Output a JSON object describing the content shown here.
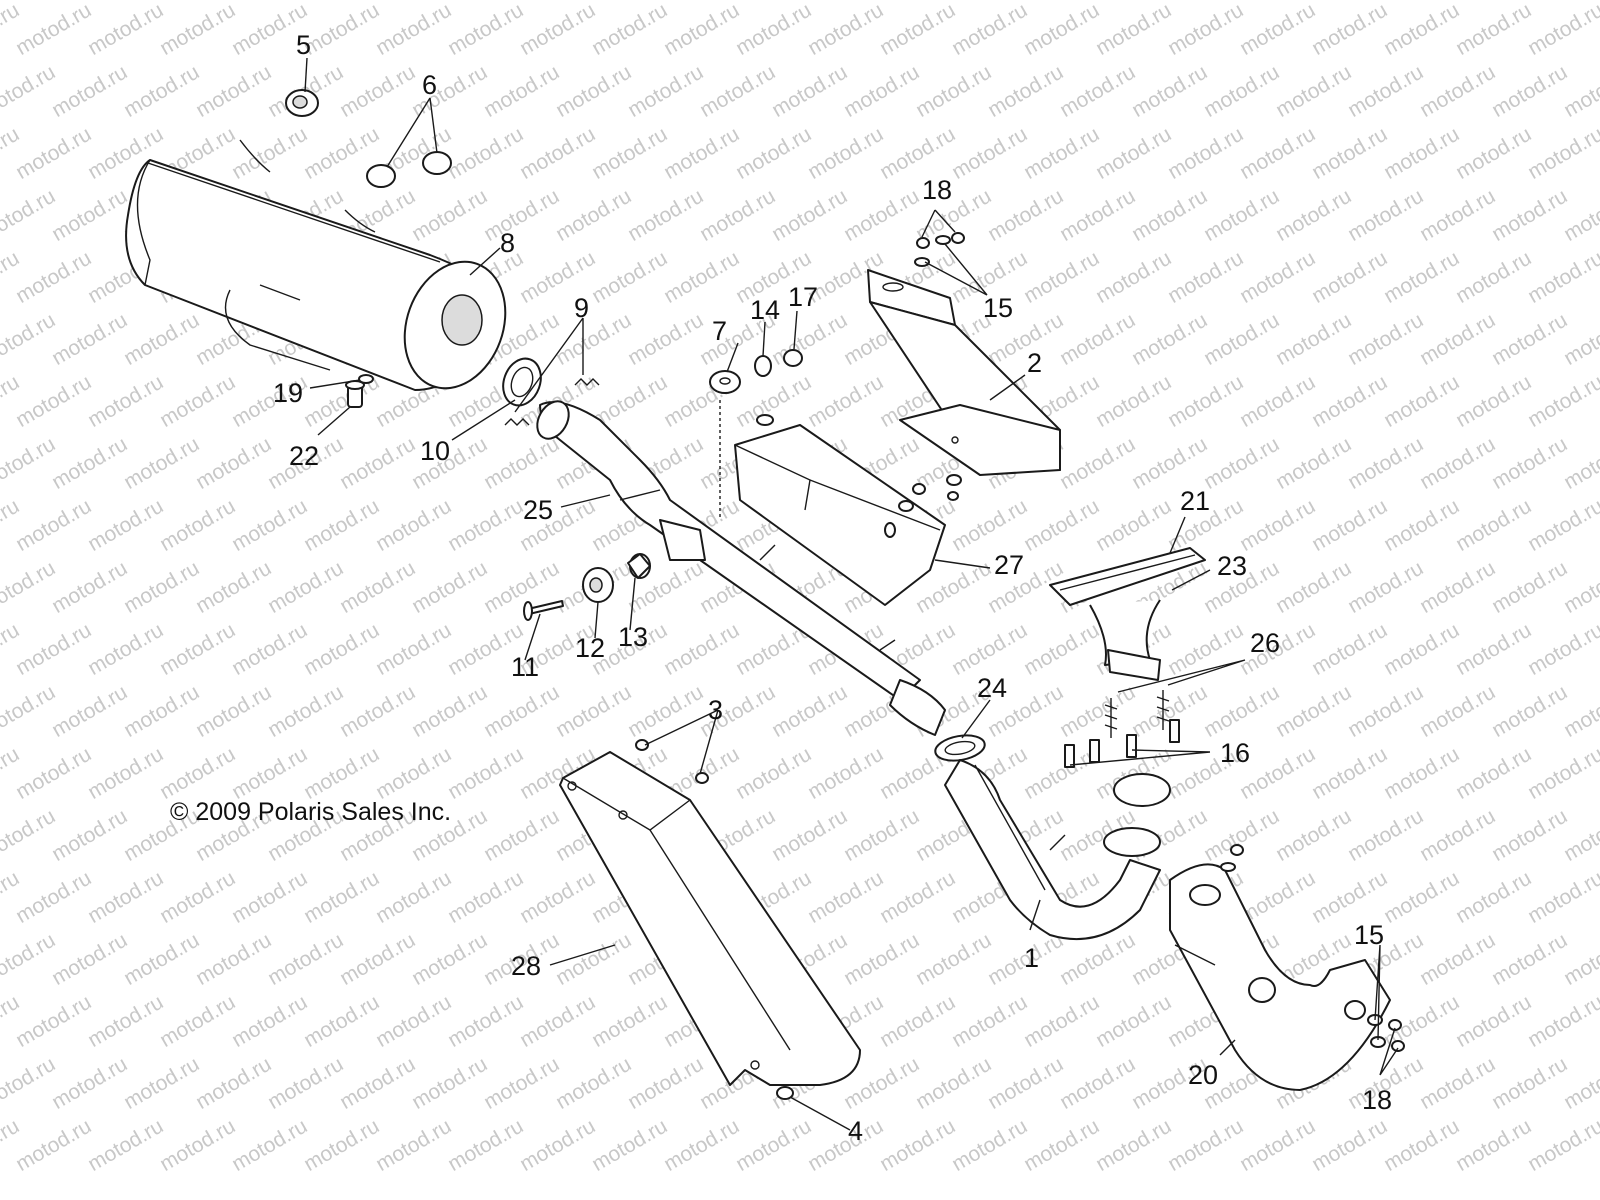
{
  "watermark": "motod.ru",
  "copyright": "© 2009 Polaris Sales Inc.",
  "callouts": {
    "c1": "1",
    "c2": "2",
    "c3": "3",
    "c4": "4",
    "c5": "5",
    "c6": "6",
    "c7": "7",
    "c8": "8",
    "c9": "9",
    "c10": "10",
    "c11": "11",
    "c12": "12",
    "c13": "13",
    "c14": "14",
    "c15a": "15",
    "c15b": "15",
    "c16": "16",
    "c17": "17",
    "c18a": "18",
    "c18b": "18",
    "c19": "19",
    "c20": "20",
    "c21": "21",
    "c22": "22",
    "c23": "23",
    "c24": "24",
    "c25": "25",
    "c26": "26",
    "c27": "27",
    "c28": "28"
  }
}
